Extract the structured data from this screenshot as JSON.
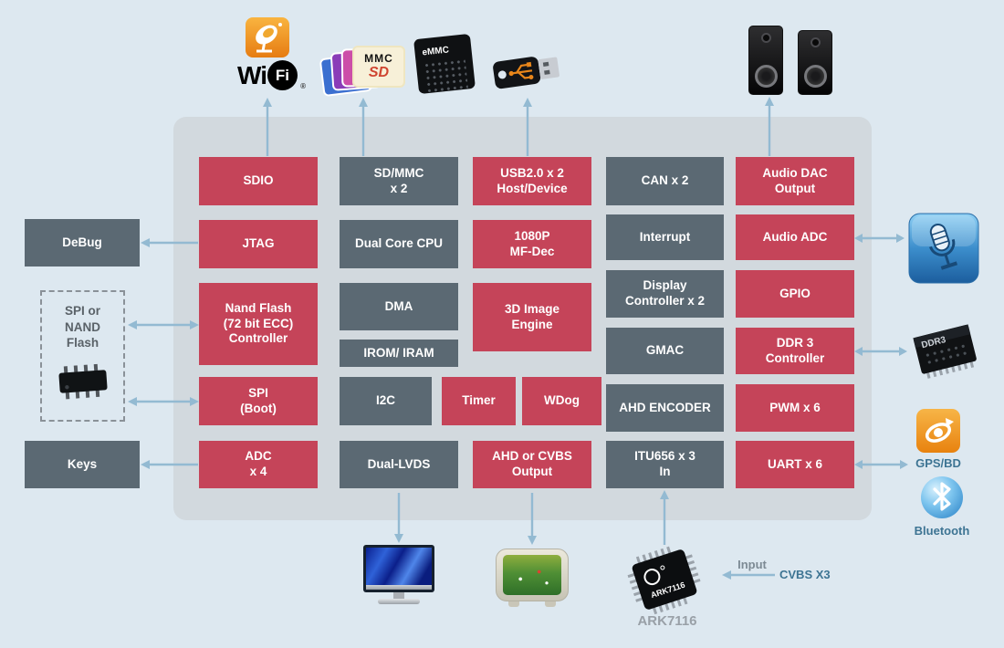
{
  "blocks": {
    "sdio": "SDIO",
    "jtag": "JTAG",
    "nand": "Nand Flash\n(72 bit ECC)\nController",
    "spi_boot": "SPI\n(Boot)",
    "adc": "ADC\nx 4",
    "sdmmc": "SD/MMC\nx 2",
    "cpu": "Dual Core CPU",
    "dma": "DMA",
    "irom": "IROM/ IRAM",
    "i2c": "I2C",
    "timer": "Timer",
    "wdog": "WDog",
    "dual_lvds": "Dual-LVDS",
    "usb": "USB2.0 x 2\nHost/Device",
    "mfdec": "1080P\nMF-Dec",
    "image3d": "3D Image\nEngine",
    "ahd_cvbs": "AHD or CVBS\nOutput",
    "can": "CAN x 2",
    "interrupt": "Interrupt",
    "display": "Display\nController x 2",
    "gmac": "GMAC",
    "ahd_enc": "AHD ENCODER",
    "itu656": "ITU656 x 3\nIn",
    "audio_dac": "Audio DAC\nOutput",
    "audio_adc": "Audio ADC",
    "gpio": "GPIO",
    "ddr3": "DDR 3\nController",
    "pwm": "PWM x 6",
    "uart": "UART x 6"
  },
  "external": {
    "debug": "DeBug",
    "spi_nand": "SPI or\nNAND\nFlash",
    "keys": "Keys",
    "wifi_wi": "Wi",
    "wifi_fi": "Fi",
    "wifi_reg": "®",
    "mmc": "MMC",
    "sd": "SD",
    "emmc": "eMMC",
    "ddr3_chip": "DDR3",
    "gps_label": "GPS/BD",
    "bluetooth_label": "Bluetooth",
    "ark_on_chip": "ARK7116",
    "ark_caption": "ARK7116",
    "input_label": "Input",
    "cvbs_label": "CVBS X3"
  },
  "colors": {
    "block_red": "#c54459",
    "block_gray": "#5b6973",
    "arrow": "#93bad2",
    "chip_bg": "#d2d9de",
    "page_bg": "#dde8f0"
  }
}
